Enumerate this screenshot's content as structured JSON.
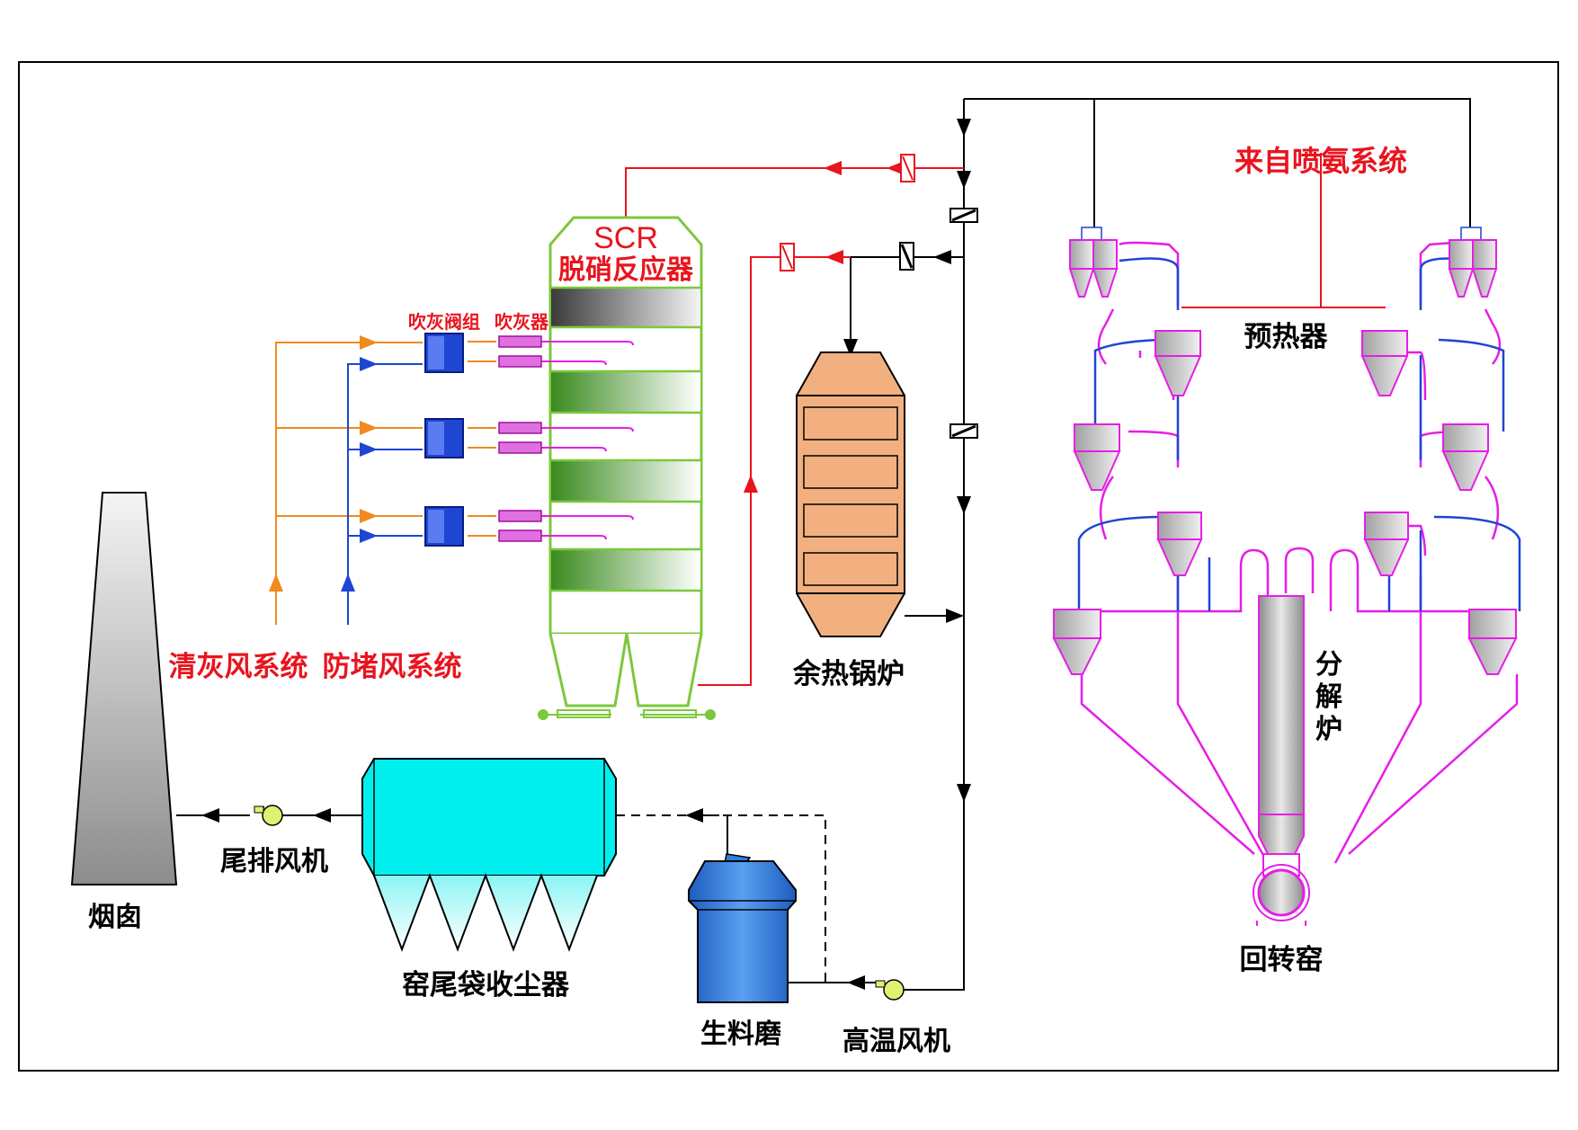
{
  "labels": {
    "scr_line1": "SCR",
    "scr_line2": "脱硝反应器",
    "valve_group": "吹灰阀组",
    "sootblower": "吹灰器",
    "ash_cleaning_air": "清灰风系统",
    "anti_blocking_air": "防堵风系统",
    "waste_heat_boiler": "余热锅炉",
    "from_ammonia": "来自喷氨系统",
    "preheater": "预热器",
    "calciner": "分解炉",
    "rotary_kiln": "回转窑",
    "chimney": "烟囱",
    "tail_fan": "尾排风机",
    "bag_filter": "窑尾袋收尘器",
    "raw_mill": "生料磨",
    "high_temp_fan": "高温风机"
  },
  "colors": {
    "frame": "#000000",
    "flue_gas": "#000000",
    "ammonia": "#e8141e",
    "ash_air": "#f08a1e",
    "block_air": "#1e46d2",
    "magenta": "#e61ee6",
    "scr_green": "#7cc83c",
    "boiler": "#f2b080",
    "bag_filter": "#00f0f0",
    "raw_mill": "#2e7ee0"
  }
}
